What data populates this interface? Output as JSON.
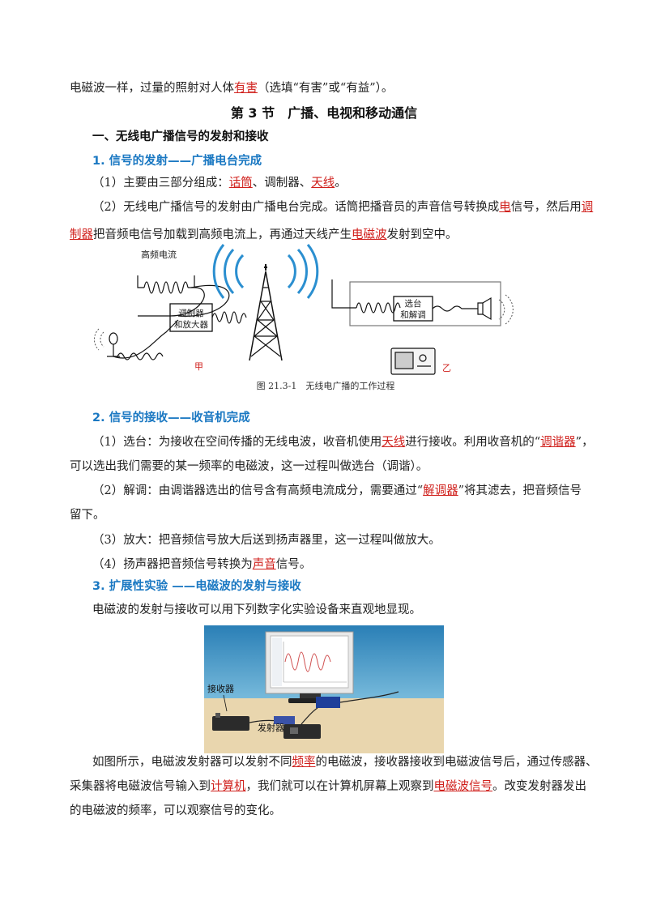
{
  "p0": {
    "a": "电磁波一样，过量的照射对人体",
    "ans": "有害",
    "b": "（选填“有害”或“有益”）。"
  },
  "section_title": "第 3 节　广播、电视和移动通信",
  "h1": "一、无线电广播信号的发射和接收",
  "h1_1": "1. 信号的发射——广播电台完成",
  "l1": {
    "a": "（1）主要由三部分组成：",
    "ans1": "话筒",
    "b": "、调制器、",
    "ans2": "天线",
    "c": "。"
  },
  "l2": {
    "a": "（2）无线电广播信号的发射由广播电台完成。话筒把播音员的声音信号转换成",
    "ans1": "电",
    "b": "信号，然后用",
    "ans2a": "调"
  },
  "l3": {
    "ans2b": "制器",
    "a": "把音频电信号加载到高频电流上，再通过天线产生",
    "ans3": "电磁波",
    "b": "发射到空中。"
  },
  "fig1": {
    "label_hf": "高频电流",
    "label_mod1": "调制器",
    "label_mod2": "和放大器",
    "label_sel1": "选台",
    "label_sel2": "和解调",
    "label_jia": "甲",
    "label_yi": "乙",
    "caption": "图 21.3-1　无线电广播的工作过程"
  },
  "h1_2": "2. 信号的接收——收音机完成",
  "r1": {
    "a": "（1）选台：为接收在空间传播的无线电波，收音机使用",
    "ans1": "天线",
    "b": "进行接收。利用收音机的“",
    "ans2": "调谐器",
    "c": "”，"
  },
  "r1b": "可以选出我们需要的某一频率的电磁波，这一过程叫做选台（调谐）。",
  "r2": {
    "a": "（2）解调：由调谐器选出的信号含有高频电流成分，需要通过“",
    "ans": "解调器",
    "b": "”将其滤去，把音频信号"
  },
  "r2b": "留下。",
  "r3": "（3）放大：把音频信号放大后送到扬声器里，这一过程叫做放大。",
  "r4": {
    "a": "（4）扬声器把音频信号转换为",
    "ans": "声音",
    "b": "信号。"
  },
  "h1_3": "3. 扩展性实验 ——电磁波的发射与接收",
  "e1": "电磁波的发射与接收可以用下列数字化实验设备来直观地显现。",
  "fig2": {
    "label_recv": "接收器",
    "label_send": "发射器"
  },
  "f1": {
    "a": "如图所示，电磁波发射器可以发射不同",
    "ans1": "频率",
    "b": "的电磁波，接收器接收到电磁波信号后，通过传感器、"
  },
  "f2": {
    "a": "采集器将电磁波信号输入到",
    "ans1": "计算机",
    "b": "，我们就可以在计算机屏幕上观察到",
    "ans2": "电磁波信号",
    "c": "。改变发射器发出"
  },
  "f3": "的电磁波的频率，可以观察信号的变化。",
  "colors": {
    "answer": "#d0201c",
    "heading": "#1a78c2"
  }
}
